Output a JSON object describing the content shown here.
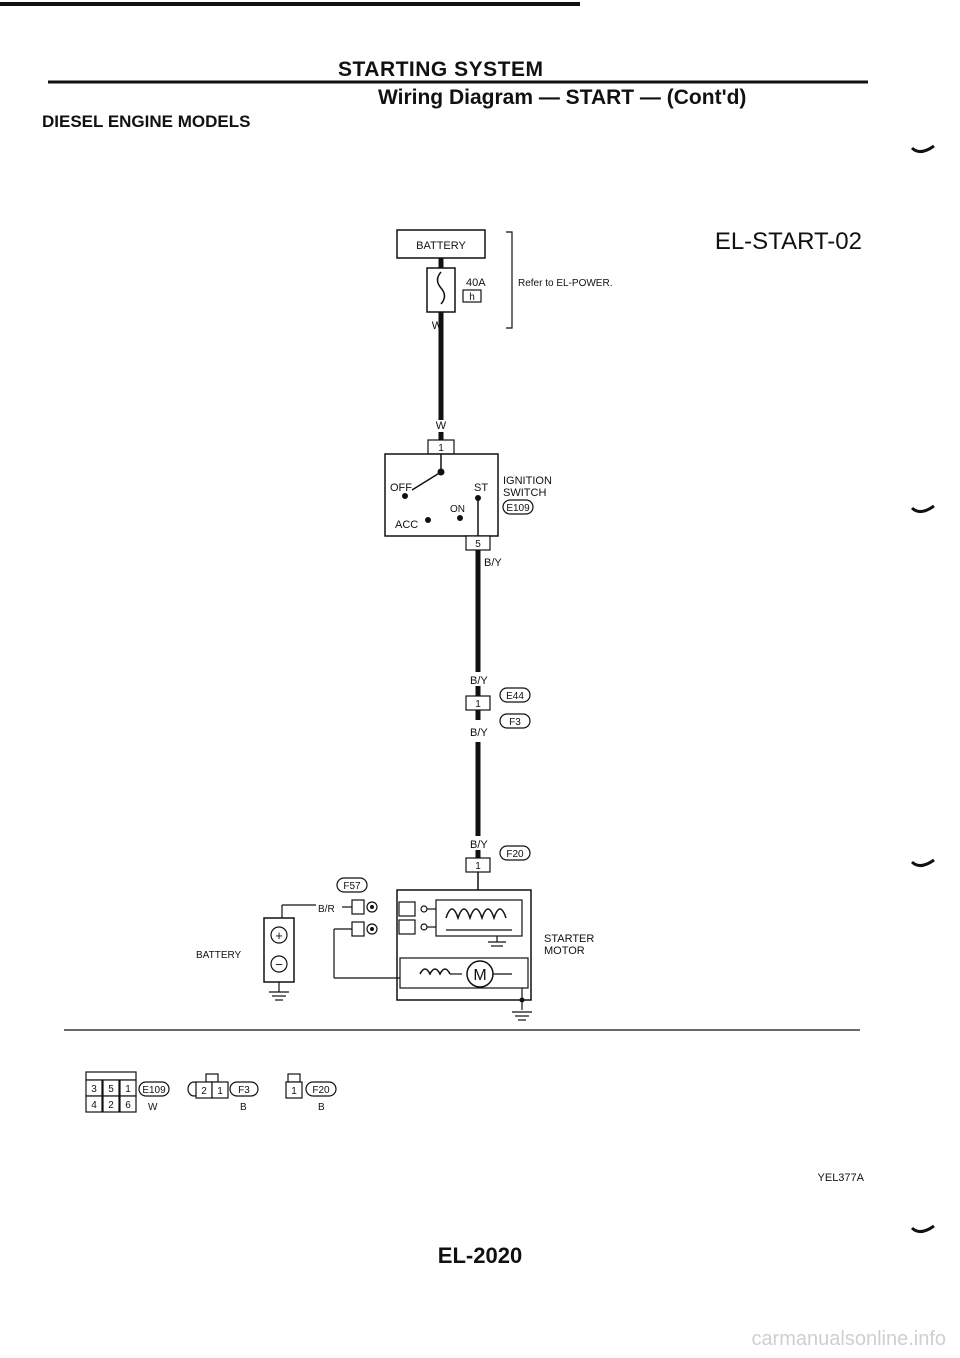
{
  "header": {
    "title": "STARTING SYSTEM",
    "subtitle": "Wiring Diagram — START — (Cont'd)",
    "models": "DIESEL ENGINE MODELS"
  },
  "diagram": {
    "code": "EL-START-02",
    "battery_box": "BATTERY",
    "fuse_rating": "40A",
    "fuse_letter": "h",
    "refer_note": "Refer to EL-POWER.",
    "wire_w": "W",
    "ign_pin_in": "1",
    "ign_pos_off": "OFF",
    "ign_pos_st": "ST",
    "ign_pos_on": "ON",
    "ign_pos_acc": "ACC",
    "ign_label_1": "IGNITION",
    "ign_label_2": "SWITCH",
    "ign_connector": "E109",
    "ign_pin_out": "5",
    "wire_by": "B/Y",
    "jc_e44": "E44",
    "jc_pin": "1",
    "jc_f3": "F3",
    "f20_tag": "F20",
    "f57_tag": "F57",
    "wire_br": "B/R",
    "battery_label": "BATTERY",
    "starter_label_1": "STARTER",
    "starter_label_2": "MOTOR",
    "motor_m": "M",
    "plus_sign": "+",
    "minus_sign": "−"
  },
  "connectors": [
    {
      "id": "E109",
      "pins_top": [
        "3",
        "5",
        "1"
      ],
      "pins_bottom": [
        "4",
        "2",
        "6"
      ],
      "color": "W"
    },
    {
      "id": "F3",
      "pins": [
        "2",
        "1"
      ],
      "color": "B"
    },
    {
      "id": "F20",
      "pins": [
        "1"
      ],
      "color": "B"
    }
  ],
  "figure_code": "YEL377A",
  "page_number": "EL-2020",
  "footer": "carmanualsonline.info"
}
